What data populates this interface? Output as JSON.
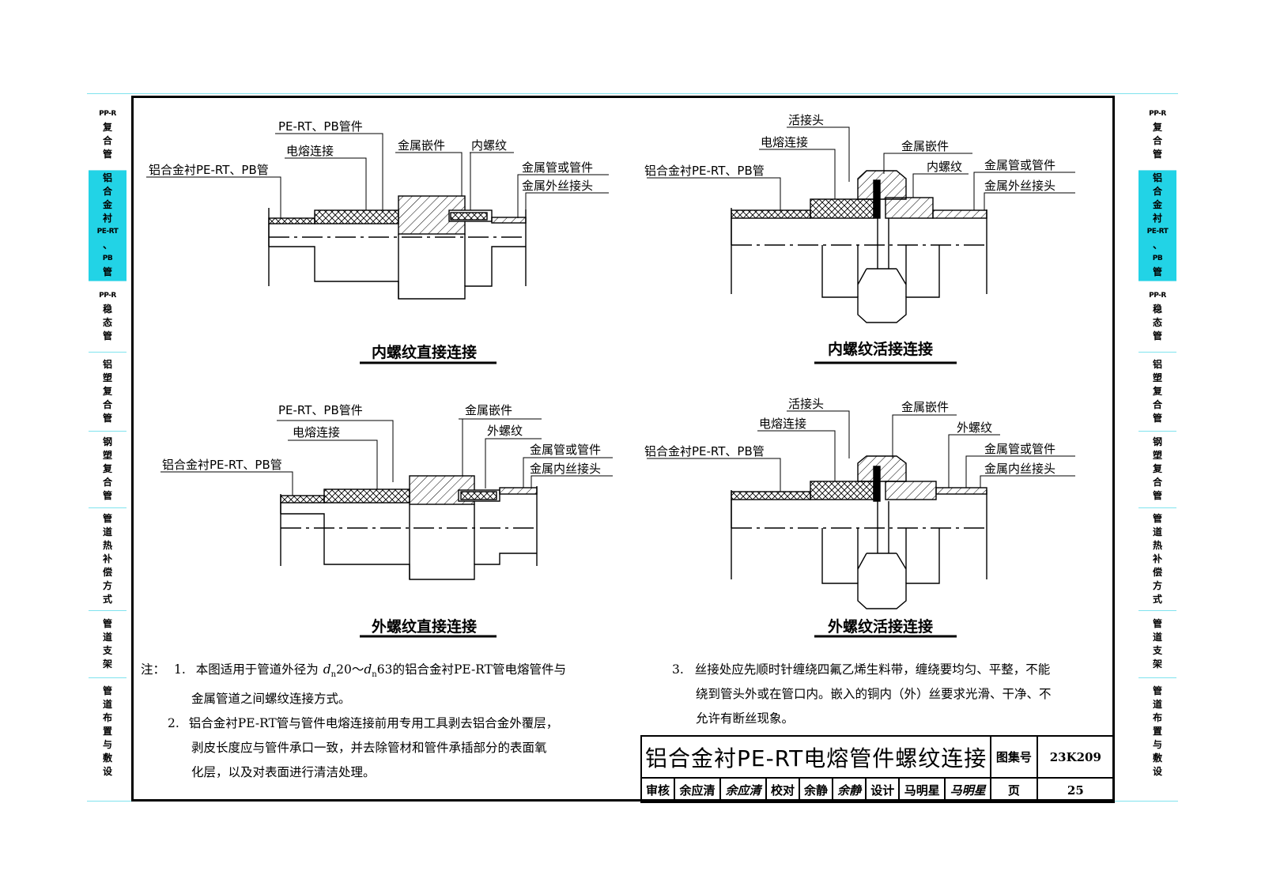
{
  "left_tabs": [
    {
      "lines": [
        "PP-R",
        "复",
        "合",
        "管"
      ],
      "active": false
    },
    {
      "lines": [
        "铝",
        "合",
        "金",
        "衬",
        "PE-RT",
        "、",
        "PB",
        "管"
      ],
      "active": true
    },
    {
      "lines": [
        "PP-R",
        "稳",
        "态",
        "管"
      ],
      "active": false
    },
    {
      "lines": [
        "铝",
        "塑",
        "复",
        "合",
        "管"
      ],
      "active": false
    },
    {
      "lines": [
        "钢",
        "塑",
        "复",
        "合",
        "管"
      ],
      "active": false
    },
    {
      "lines": [
        "管",
        "道",
        "热",
        "补",
        "偿",
        "方",
        "式"
      ],
      "active": false
    },
    {
      "lines": [
        "管",
        "道",
        "支",
        "架"
      ],
      "active": false
    },
    {
      "lines": [
        "管",
        "道",
        "布",
        "置",
        "与",
        "敷",
        "设"
      ],
      "active": false
    }
  ],
  "diagrams": {
    "d1": {
      "caption": "内螺纹直接连接",
      "labels": [
        "PE-RT、PB管件",
        "电熔连接",
        "铝合金衬PE-RT、PB管",
        "金属嵌件",
        "内螺纹",
        "金属管或管件",
        "金属外丝接头"
      ]
    },
    "d2": {
      "caption": "内螺纹活接连接",
      "labels": [
        "活接头",
        "电熔连接",
        "铝合金衬PE-RT、PB管",
        "金属嵌件",
        "内螺纹",
        "金属管或管件",
        "金属外丝接头"
      ]
    },
    "d3": {
      "caption": "外螺纹直接连接",
      "labels": [
        "PE-RT、PB管件",
        "电熔连接",
        "铝合金衬PE-RT、PB管",
        "金属嵌件",
        "外螺纹",
        "金属管或管件",
        "金属内丝接头"
      ]
    },
    "d4": {
      "caption": "外螺纹活接连接",
      "labels": [
        "活接头",
        "电熔连接",
        "铝合金衬PE-RT、PB管",
        "金属嵌件",
        "外螺纹",
        "金属管或管件",
        "金属内丝接头"
      ]
    }
  },
  "notes": {
    "prefix": "注：",
    "n1_num": "1.",
    "n1_line1_a": "本图适用于管道外径为",
    "n1_dn1": "d",
    "n1_sub1": "n",
    "n1_val1": "20～",
    "n1_dn2": "d",
    "n1_sub2": "n",
    "n1_val2": "63的铝合金衬PE-RT管电熔管件与",
    "n1_line2": "金属管道之间螺纹连接方式。",
    "n2_num": "2.",
    "n2_line1": "铝合金衬PE-RT管与管件电熔连接前用专用工具剥去铝合金外覆层，",
    "n2_line2": "剥皮长度应与管件承口一致，并去除管材和管件承插部分的表面氧",
    "n2_line3": "化层，以及对表面进行清洁处理。",
    "n3_num": "3.",
    "n3_line1": "丝接处应先顺时针缠绕四氟乙烯生料带，缠绕要均匀、平整，不能",
    "n3_line2": "绕到管头外或在管口内。嵌入的铜内（外）丝要求光滑、干净、不",
    "n3_line3": "允许有断丝现象。"
  },
  "title_block": {
    "title": "铝合金衬PE-RT电熔管件螺纹连接",
    "atlas_label": "图集号",
    "atlas_no": "23K209",
    "review_label": "审核",
    "reviewer": "余应清",
    "reviewer_sig": "余应清",
    "check_label": "校对",
    "checker": "余静",
    "checker_sig": "余静",
    "design_label": "设计",
    "designer": "马明星",
    "designer_sig": "马明星",
    "page_label": "页",
    "page_no": "25"
  }
}
